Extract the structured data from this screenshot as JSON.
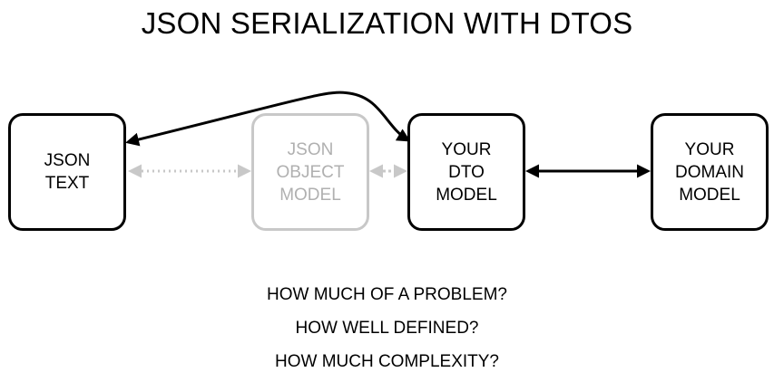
{
  "title": "JSON SERIALIZATION WITH DTOS",
  "nodes": {
    "json_text": "JSON\nTEXT",
    "json_object_model": "JSON\nOBJECT\nMODEL",
    "dto_model": "YOUR\nDTO\nMODEL",
    "domain_model": "YOUR\nDOMAIN\nMODEL"
  },
  "questions": [
    "HOW MUCH OF A PROBLEM?",
    "HOW WELL DEFINED?",
    "HOW MUCH COMPLEXITY?"
  ],
  "colors": {
    "active": "#000000",
    "faded_border": "#c8c8c8",
    "faded_text": "#b0b0b0"
  }
}
